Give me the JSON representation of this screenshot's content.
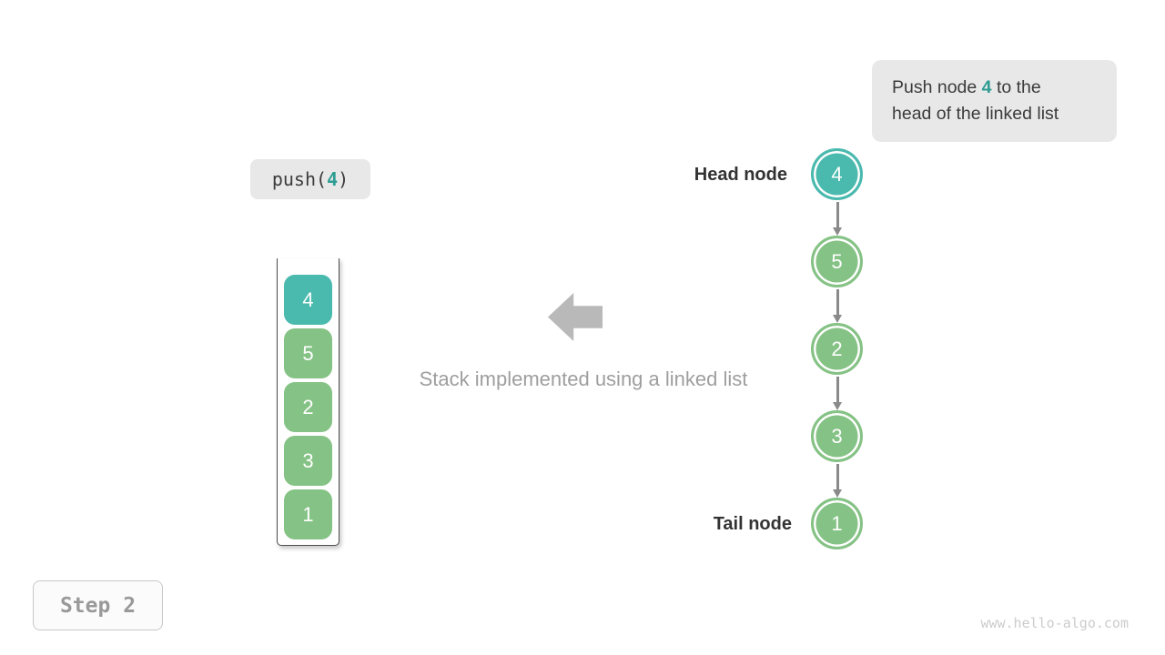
{
  "colors": {
    "teal": "#4ab9ae",
    "teal-dark": "#2e9d93",
    "green": "#85c285",
    "dark-text": "#3b3b3b",
    "light-gray-bg": "#e8e8e8",
    "muted-gray": "#9e9e9e",
    "big-arrow-gray": "#b9b9b9",
    "arrow-gray": "#8a8a8a",
    "stack-border": "#4d4d4d",
    "step-text": "#999999",
    "step-border": "#c8c8c8",
    "step-bg": "#fbfbfb",
    "watermark-gray": "#cccccc"
  },
  "callout": {
    "line1_before": "Push node ",
    "highlight": "4",
    "line1_after": " to the",
    "line2": "head of the linked list"
  },
  "operation": {
    "prefix": "push(",
    "arg": "4",
    "suffix": ")"
  },
  "stack": {
    "items": [
      {
        "value": "4",
        "color": "teal"
      },
      {
        "value": "5",
        "color": "green"
      },
      {
        "value": "2",
        "color": "green"
      },
      {
        "value": "3",
        "color": "green"
      },
      {
        "value": "1",
        "color": "green"
      }
    ]
  },
  "caption": "Stack implemented using a linked list",
  "list": {
    "head_label": "Head node",
    "tail_label": "Tail node",
    "nodes": [
      {
        "value": "4",
        "color": "teal"
      },
      {
        "value": "5",
        "color": "green"
      },
      {
        "value": "2",
        "color": "green"
      },
      {
        "value": "3",
        "color": "green"
      },
      {
        "value": "1",
        "color": "green"
      }
    ]
  },
  "step": {
    "label": "Step 2"
  },
  "watermark": "www.hello-algo.com"
}
